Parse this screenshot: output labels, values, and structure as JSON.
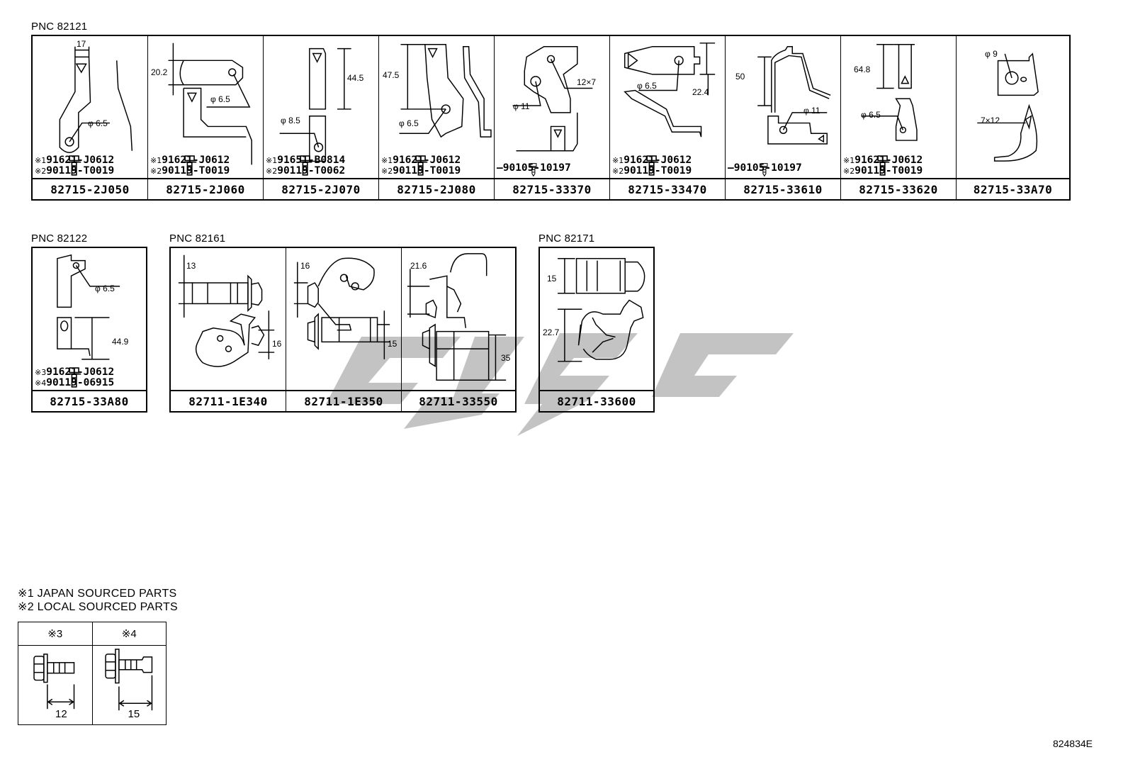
{
  "groups": [
    {
      "pnc": "PNC 82121",
      "cells": [
        {
          "part": "82715-2J050",
          "dims": [
            "17",
            "φ 6.5"
          ],
          "bolt": [
            {
              "mark": "※1",
              "part": "91621-J0612"
            },
            {
              "mark": "※2",
              "part": "90119-T0019"
            }
          ]
        },
        {
          "part": "82715-2J060",
          "dims": [
            "20.2",
            "φ 6.5"
          ],
          "bolt": [
            {
              "mark": "※1",
              "part": "91621-J0612"
            },
            {
              "mark": "※2",
              "part": "90119-T0019"
            }
          ]
        },
        {
          "part": "82715-2J070",
          "dims": [
            "44.5",
            "φ 8.5"
          ],
          "bolt": [
            {
              "mark": "※1",
              "part": "91651-B0814"
            },
            {
              "mark": "※2",
              "part": "90119-T0062"
            }
          ]
        },
        {
          "part": "82715-2J080",
          "dims": [
            "47.5",
            "φ 6.5"
          ],
          "bolt": [
            {
              "mark": "※1",
              "part": "91621-J0612"
            },
            {
              "mark": "※2",
              "part": "90119-T0019"
            }
          ]
        },
        {
          "part": "82715-33370",
          "dims": [
            "12×7",
            "φ 11"
          ],
          "bolt": [
            {
              "mark": "",
              "part": "90105-10197"
            }
          ]
        },
        {
          "part": "82715-33470",
          "dims": [
            "φ 6.5",
            "22.4"
          ],
          "bolt": [
            {
              "mark": "※1",
              "part": "91621-J0612"
            },
            {
              "mark": "※2",
              "part": "90119-T0019"
            }
          ]
        },
        {
          "part": "82715-33610",
          "dims": [
            "50",
            "φ 11"
          ],
          "bolt": [
            {
              "mark": "",
              "part": "90105-10197"
            }
          ]
        },
        {
          "part": "82715-33620",
          "dims": [
            "64.8",
            "φ 6.5"
          ],
          "bolt": [
            {
              "mark": "※1",
              "part": "91621-J0612"
            },
            {
              "mark": "※2",
              "part": "90119-T0019"
            }
          ]
        },
        {
          "part": "82715-33A70",
          "dims": [
            "φ 9",
            "7×12"
          ],
          "bolt": []
        }
      ]
    },
    {
      "pnc": "PNC 82122",
      "cells": [
        {
          "part": "82715-33A80",
          "dims": [
            "φ 6.5",
            "44.9"
          ],
          "bolt": [
            {
              "mark": "※3",
              "part": "91621-J0612"
            },
            {
              "mark": "※4",
              "part": "90119-06915"
            }
          ]
        }
      ]
    },
    {
      "pnc": "PNC 82161",
      "cells": [
        {
          "part": "82711-1E340",
          "dims": [
            "13",
            "16"
          ]
        },
        {
          "part": "82711-1E350",
          "dims": [
            "16",
            "15"
          ]
        },
        {
          "part": "82711-33550",
          "dims": [
            "21.6",
            "35"
          ]
        }
      ]
    },
    {
      "pnc": "PNC 82171",
      "cells": [
        {
          "part": "82711-33600",
          "dims": [
            "15",
            "22.7"
          ]
        }
      ]
    }
  ],
  "notes": [
    "※1 JAPAN SOURCED PARTS",
    "※2 LOCAL SOURCED PARTS"
  ],
  "reference": [
    {
      "label": "※3",
      "length": "12"
    },
    {
      "label": "※4",
      "length": "15"
    }
  ],
  "figure_code": "824834E",
  "colors": {
    "line": "#000000",
    "watermark": "#c0c0c0",
    "background": "#ffffff"
  }
}
